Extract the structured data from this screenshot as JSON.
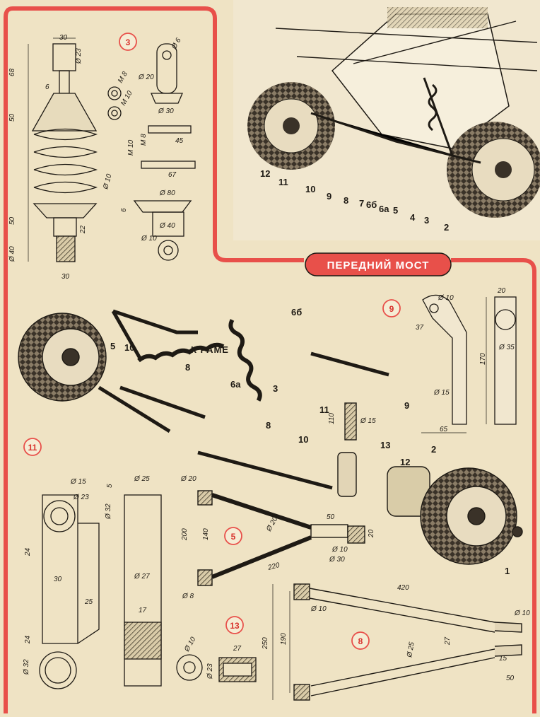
{
  "title": "ПЕРЕДНИЙ МОСТ",
  "frame_label": "К РАМЕ",
  "accent_color": "#e8504a",
  "circled": [
    "3",
    "9",
    "5",
    "11",
    "13",
    "8"
  ],
  "photo_numbers": [
    "12",
    "11",
    "10",
    "9",
    "8",
    "7",
    "6б",
    "6а",
    "5",
    "4",
    "3",
    "2"
  ],
  "explode_numbers": [
    "5",
    "10",
    "8",
    "3",
    "6а",
    "6б",
    "8",
    "9",
    "11",
    "10",
    "13",
    "12",
    "2",
    "1"
  ],
  "dims3": [
    "30",
    "68",
    "6",
    "50",
    "Ø 23",
    "Ø 10",
    "50",
    "22",
    "Ø 40",
    "30",
    "M 8",
    "M 10",
    "Ø 6",
    "Ø 20",
    "Ø 30",
    "M 8",
    "45",
    "M 10",
    "67",
    "Ø 80",
    "6",
    "Ø 40",
    "Ø 10"
  ],
  "dims9": [
    "Ø 10",
    "37",
    "20",
    "Ø 35",
    "170",
    "Ø 15",
    "65"
  ],
  "dims11": [
    "Ø 15",
    "Ø 23",
    "24",
    "30",
    "25",
    "24",
    "Ø 32",
    "Ø 25",
    "5",
    "Ø 32",
    "Ø 27",
    "17"
  ],
  "dims5": [
    "Ø 20",
    "200",
    "140",
    "Ø 20",
    "50",
    "20",
    "Ø 10",
    "Ø 30",
    "220",
    "Ø 8"
  ],
  "dims13": [
    "Ø 10",
    "27",
    "Ø 23"
  ],
  "dims8": [
    "420",
    "Ø 10",
    "250",
    "190",
    "Ø 10",
    "27",
    "Ø 25",
    "15",
    "50"
  ],
  "side_dims": [
    "110",
    "Ø 15"
  ]
}
